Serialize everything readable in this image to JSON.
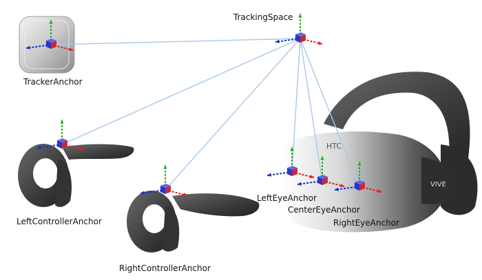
{
  "diagram": {
    "nodes": [
      {
        "id": "tracking",
        "label": "TrackingSpace"
      },
      {
        "id": "tracker",
        "label": "TrackerAnchor"
      },
      {
        "id": "left_ctrl",
        "label": "LeftControllerAnchor"
      },
      {
        "id": "right_ctrl",
        "label": "RightControllerAnchor"
      },
      {
        "id": "left_eye",
        "label": "LeftEyeAnchor"
      },
      {
        "id": "center_eye",
        "label": "CenterEyeAnchor"
      },
      {
        "id": "right_eye",
        "label": "RightEyeAnchor"
      }
    ],
    "edges": [
      {
        "from": "tracking",
        "to": "tracker"
      },
      {
        "from": "tracking",
        "to": "left_ctrl"
      },
      {
        "from": "tracking",
        "to": "right_ctrl"
      },
      {
        "from": "tracking",
        "to": "left_eye"
      },
      {
        "from": "tracking",
        "to": "center_eye"
      },
      {
        "from": "tracking",
        "to": "right_eye"
      }
    ],
    "headset_brand_left": "HTC",
    "headset_brand_right": "VIVE"
  },
  "colors": {
    "link_line": "#a9c8ea",
    "axis_x": "#e02020",
    "axis_y": "#20b020",
    "axis_z": "#1030d0",
    "cube": "#2a35c8"
  }
}
